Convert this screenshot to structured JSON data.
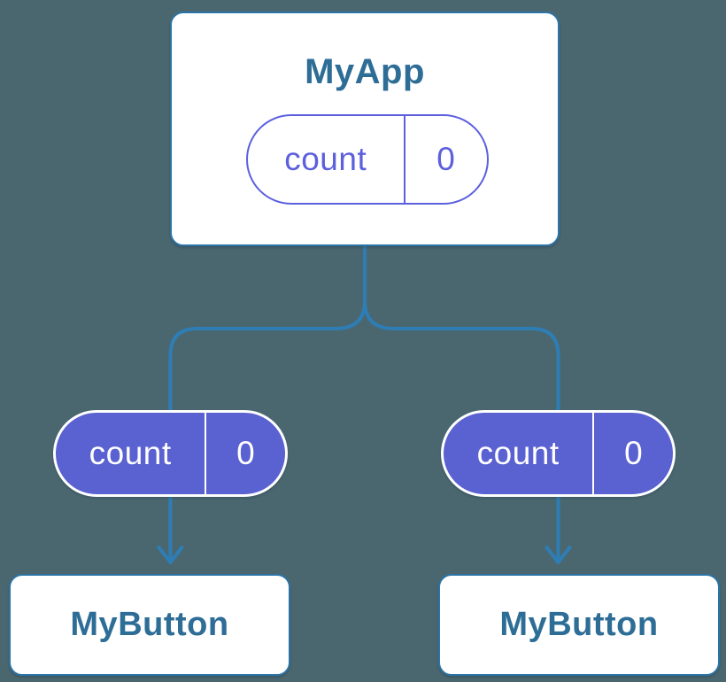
{
  "tree": {
    "root": {
      "title": "MyApp",
      "state": {
        "key": "count",
        "value": "0"
      }
    },
    "children": [
      {
        "title": "MyButton",
        "prop": {
          "key": "count",
          "value": "0"
        }
      },
      {
        "title": "MyButton",
        "prop": {
          "key": "count",
          "value": "0"
        }
      }
    ]
  },
  "colors": {
    "background": "#4a6770",
    "connector_blue": "#2e7db5",
    "card_border_blue": "#2c74a6",
    "title_text_blue": "#2d6d96",
    "state_purple_fill": "#5a61d0",
    "state_purple_outline": "#5c60dd",
    "card_background": "#ffffff"
  }
}
